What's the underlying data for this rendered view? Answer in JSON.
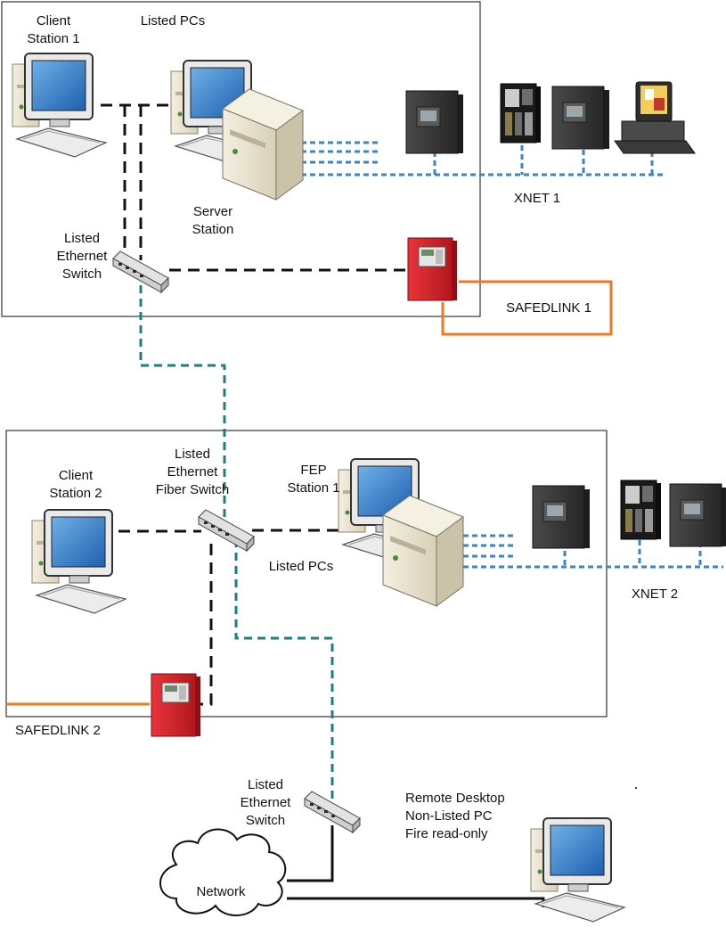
{
  "labels": {
    "client_station_1": [
      "Client",
      "Station 1"
    ],
    "listed_pcs_top": "Listed PCs",
    "server_station": [
      "Server",
      "Station"
    ],
    "listed_ethernet_switch_top": [
      "Listed",
      "Ethernet",
      "Switch"
    ],
    "xnet_1": "XNET 1",
    "safedlink_1": "SAFEDLINK 1",
    "client_station_2": [
      "Client",
      "Station 2"
    ],
    "listed_ethernet_fiber_switch": [
      "Listed",
      "Ethernet",
      "Fiber Switch"
    ],
    "fep_station_1": [
      "FEP",
      "Station 1"
    ],
    "listed_pcs_middle": "Listed PCs",
    "xnet_2": "XNET 2",
    "safedlink_2": "SAFEDLINK 2",
    "listed_ethernet_switch_bottom": [
      "Listed",
      "Ethernet",
      "Switch"
    ],
    "remote_desktop": [
      "Remote Desktop",
      "Non-Listed PC",
      "Fire read-only"
    ],
    "network": "Network"
  },
  "colors": {
    "ethernet_line": "#111111",
    "fiber_line": "#1e7f7f",
    "xnet_line": "#3a86c4",
    "safedlink_line": "#f07820",
    "box_border": "#333333",
    "panel_red": "#d3222a",
    "panel_dark": "#3b3b3b"
  }
}
